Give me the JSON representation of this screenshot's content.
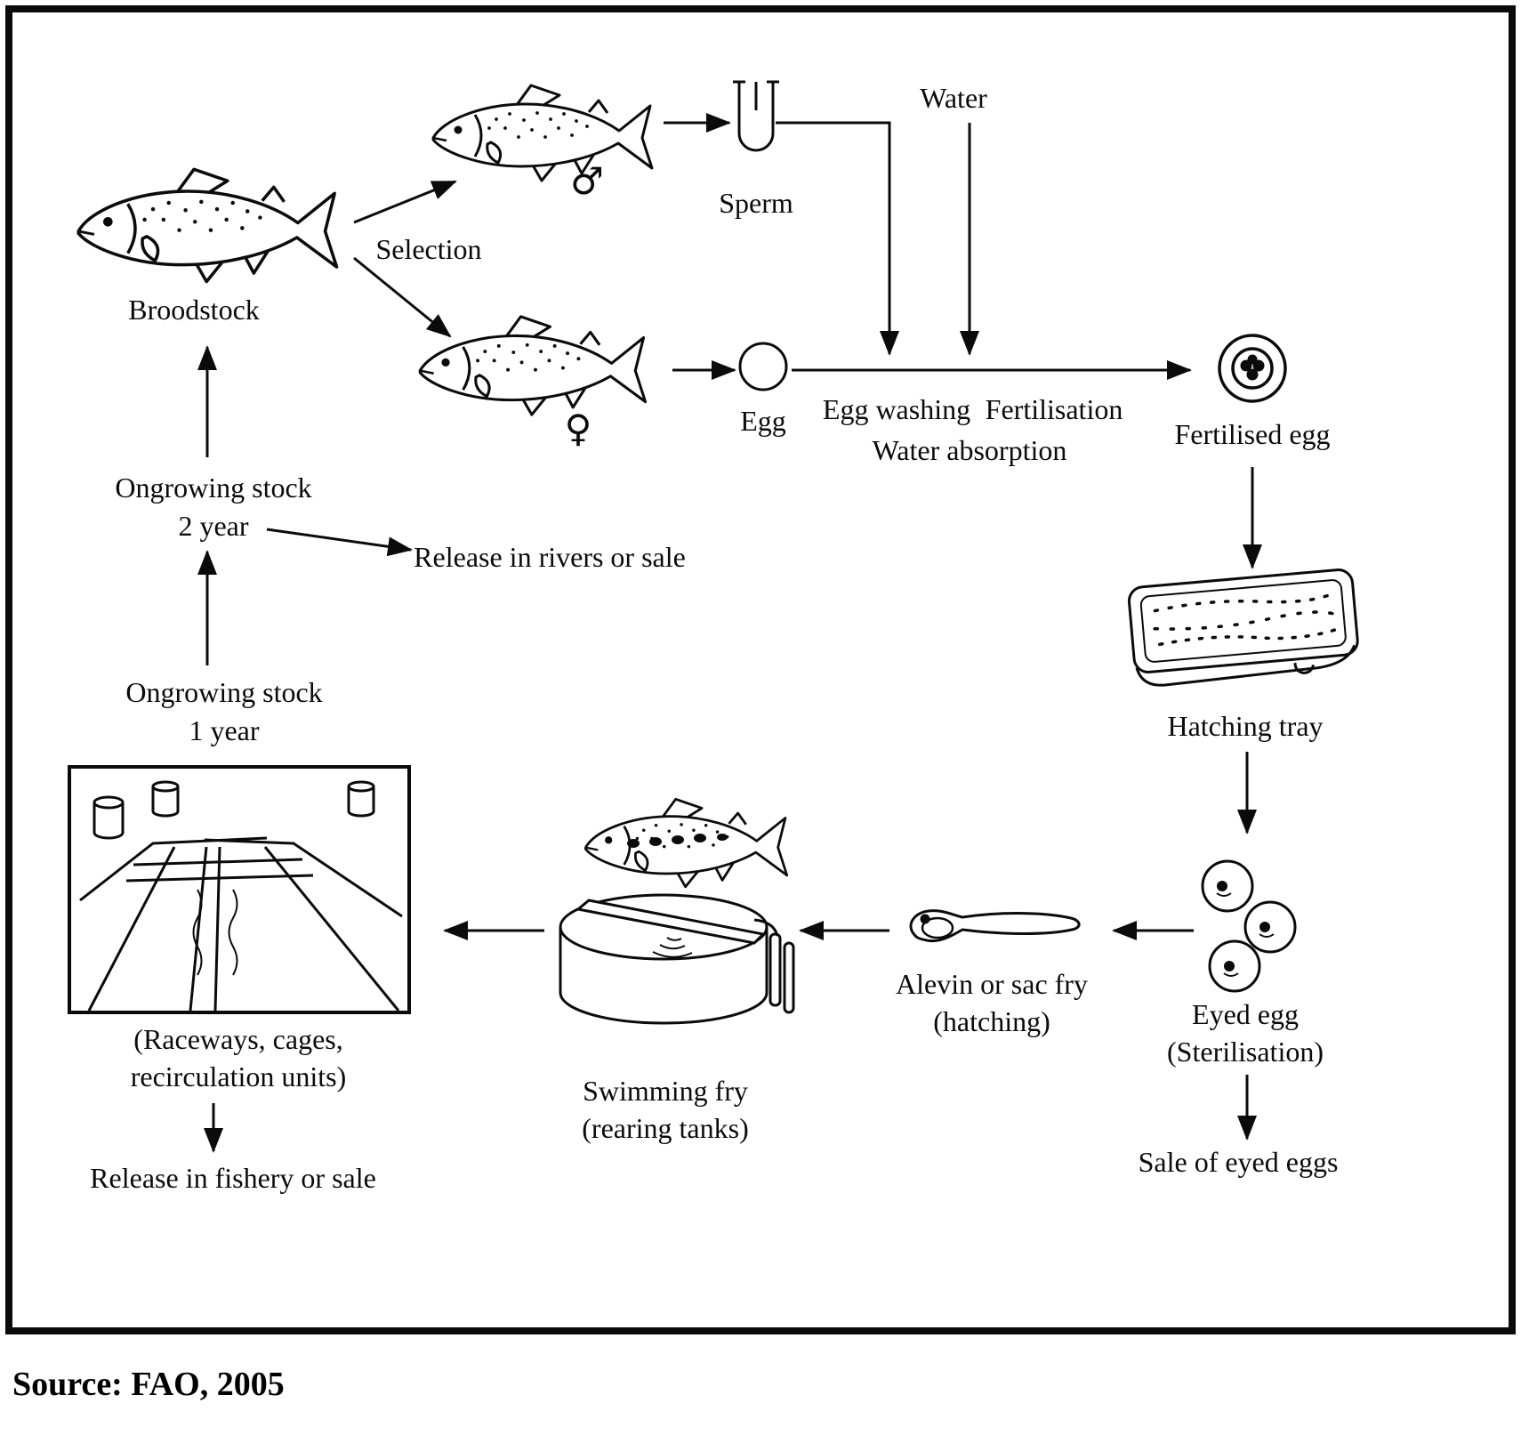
{
  "colors": {
    "ink": "#0b0b0b",
    "background": "#ffffff"
  },
  "symbols": {
    "male": "♂",
    "female": "♀"
  },
  "labels": {
    "broodstock": "Broodstock",
    "selection": "Selection",
    "sperm": "Sperm",
    "egg": "Egg",
    "water": "Water",
    "egg_washing": "Egg washing",
    "fertilisation": "Fertilisation",
    "water_absorption": "Water absorption",
    "fertilised_egg": "Fertilised egg",
    "hatching_tray": "Hatching tray",
    "eyed_egg": "Eyed egg",
    "sterilisation": "(Sterilisation)",
    "sale_of_eyed_eggs": "Sale of eyed eggs",
    "alevin": "Alevin or sac fry",
    "hatching": "(hatching)",
    "swimming_fry": "Swimming fry",
    "rearing_tanks": "(rearing tanks)",
    "raceways_1": "(Raceways, cages,",
    "raceways_2": "recirculation units)",
    "release_fishery": "Release in fishery or sale",
    "release_rivers": "Release in rivers or sale",
    "ongrowing_stock": "Ongrowing stock",
    "two_year": "2 year",
    "one_year": "1 year"
  },
  "source": "Source: FAO, 2005"
}
